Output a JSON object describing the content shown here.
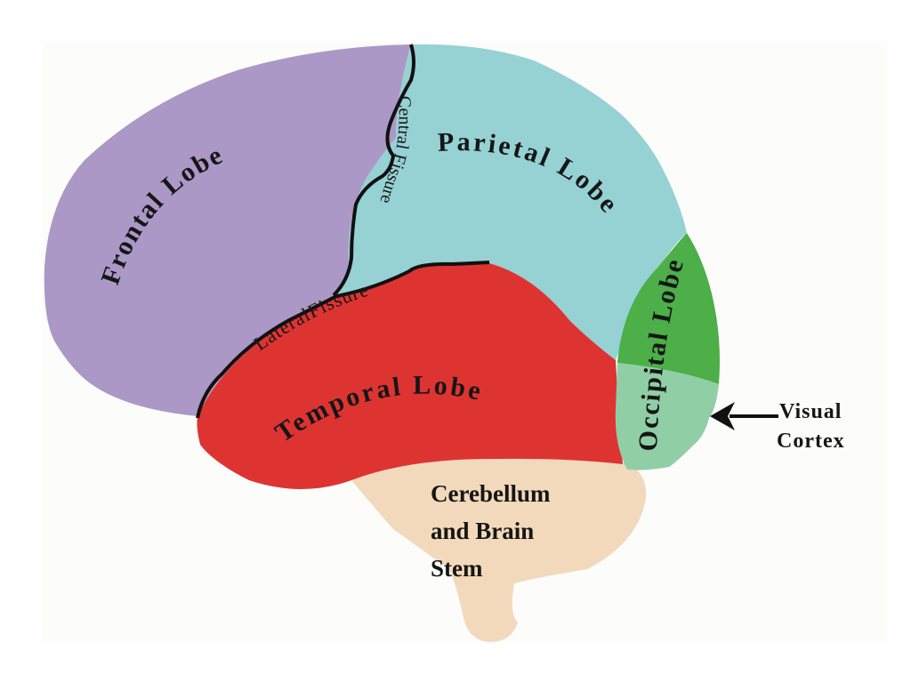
{
  "diagram": {
    "title": "Lobes of the Brain",
    "colors": {
      "background_panel": "#fcfcfb",
      "frontal": "#ab98c6",
      "parietal": "#96d1d4",
      "temporal": "#dd3432",
      "occipital": "#4caf48",
      "visual_cortex": "#90cea6",
      "cerebellum": "#f3d9bb",
      "outline": "#111111",
      "text": "#161616"
    },
    "regions": {
      "frontal": {
        "label": "Frontal Lobe"
      },
      "parietal": {
        "label": "Parietal Lobe"
      },
      "temporal": {
        "label": "Temporal Lobe"
      },
      "occipital": {
        "label": "Occipital Lobe"
      },
      "visual_cortex": {
        "label_line1": "Visual",
        "label_line2": "Cortex"
      },
      "cerebellum": {
        "label_line1": "Cerebellum",
        "label_line2": "and Brain",
        "label_line3": "Stem"
      }
    },
    "fissures": {
      "central": {
        "label": "Central Fissure"
      },
      "lateral": {
        "label": "LateralFissure"
      }
    }
  }
}
